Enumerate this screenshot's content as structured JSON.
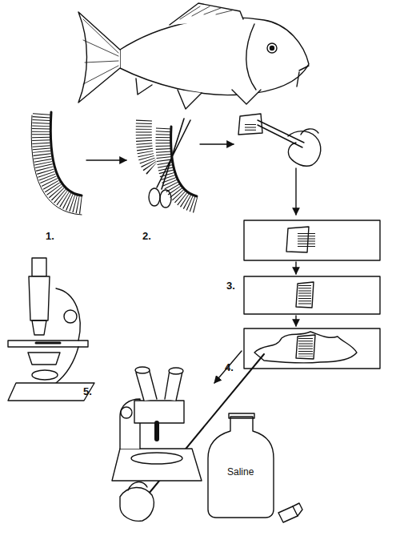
{
  "diagram": {
    "labels": [
      "1.",
      "2.",
      "3.",
      "4.",
      "5.",
      "Saline"
    ]
  }
}
